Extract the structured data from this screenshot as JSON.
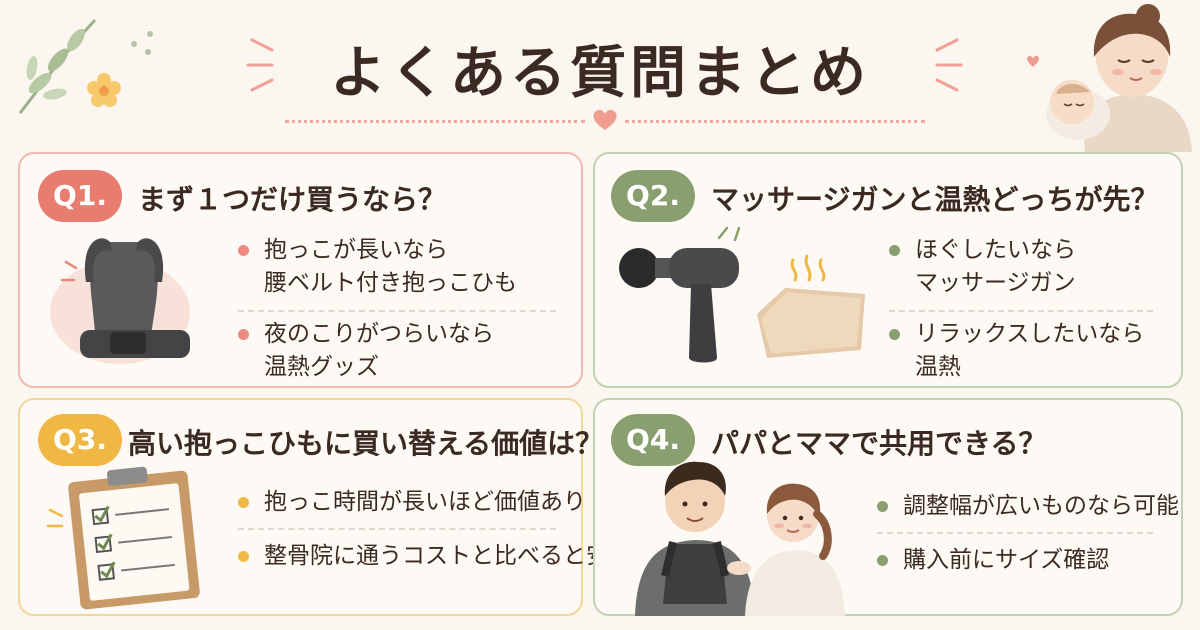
{
  "page_title": "よくある質問まとめ",
  "colors": {
    "q1": "#e87d6f",
    "q2": "#8a9f70",
    "q3": "#f0b843",
    "q4": "#8a9f70",
    "bullet_pink": "#ec8a80",
    "bullet_green": "#8a9f70",
    "bullet_yellow": "#efb944"
  },
  "faq": [
    {
      "badge": "Q1.",
      "question": "まず１つだけ買うなら？",
      "answers": [
        {
          "line1": "抱っこが長いなら",
          "line2": "腰ベルト付き抱っこひも"
        },
        {
          "line1": "夜のこりがつらいなら",
          "line2": "温熱グッズ"
        }
      ]
    },
    {
      "badge": "Q2.",
      "question": "マッサージガンと温熱どっちが先？",
      "answers": [
        {
          "line1": "ほぐしたいなら",
          "line2": "マッサージガン"
        },
        {
          "line1": "リラックスしたいなら",
          "line2": "温熱"
        }
      ]
    },
    {
      "badge": "Q3.",
      "question": "高い抱っこひもに買い替える価値は？",
      "answers": [
        {
          "line1": "抱っこ時間が長いほど価値あり"
        },
        {
          "line1": "整骨院に通うコストと比べると安い"
        }
      ]
    },
    {
      "badge": "Q4.",
      "question": "パパとママで共用できる？",
      "answers": [
        {
          "line1": "調整幅が広いものなら可能"
        },
        {
          "line1": "購入前にサイズ確認"
        }
      ]
    }
  ],
  "icons": [
    "leaf-branch-icon",
    "flower-icon",
    "heart-icon",
    "baby-carrier-icon",
    "massage-gun-icon",
    "heat-pad-icon",
    "clipboard-checklist-icon",
    "parents-couple-illustration",
    "mother-baby-illustration"
  ]
}
